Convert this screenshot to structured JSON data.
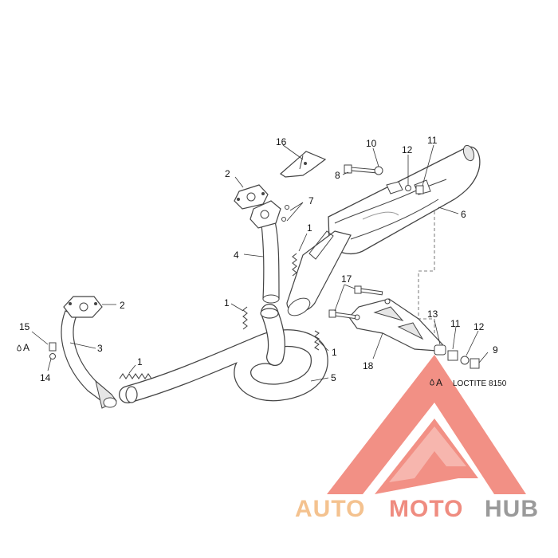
{
  "diagram": {
    "part_labels": [
      "1",
      "1",
      "1",
      "1",
      "2",
      "2",
      "3",
      "4",
      "5",
      "6",
      "7",
      "8",
      "9",
      "10",
      "11",
      "11",
      "12",
      "12",
      "13",
      "14",
      "15",
      "16",
      "17",
      "18"
    ],
    "adhesive_marker": "A",
    "adhesive_note": "LOCTITE 8150"
  },
  "watermark": {
    "part1": "AUTO",
    "part2": "MOTO",
    "part3": "HUB",
    "colors": {
      "auto": "#f4c28f",
      "moto": "#ef8c80",
      "hub": "#9a9a9a",
      "triangle": "#f07d70"
    }
  },
  "colors": {
    "line": "#444444",
    "fill": "#ffffff",
    "shade": "#e6e6e6"
  }
}
